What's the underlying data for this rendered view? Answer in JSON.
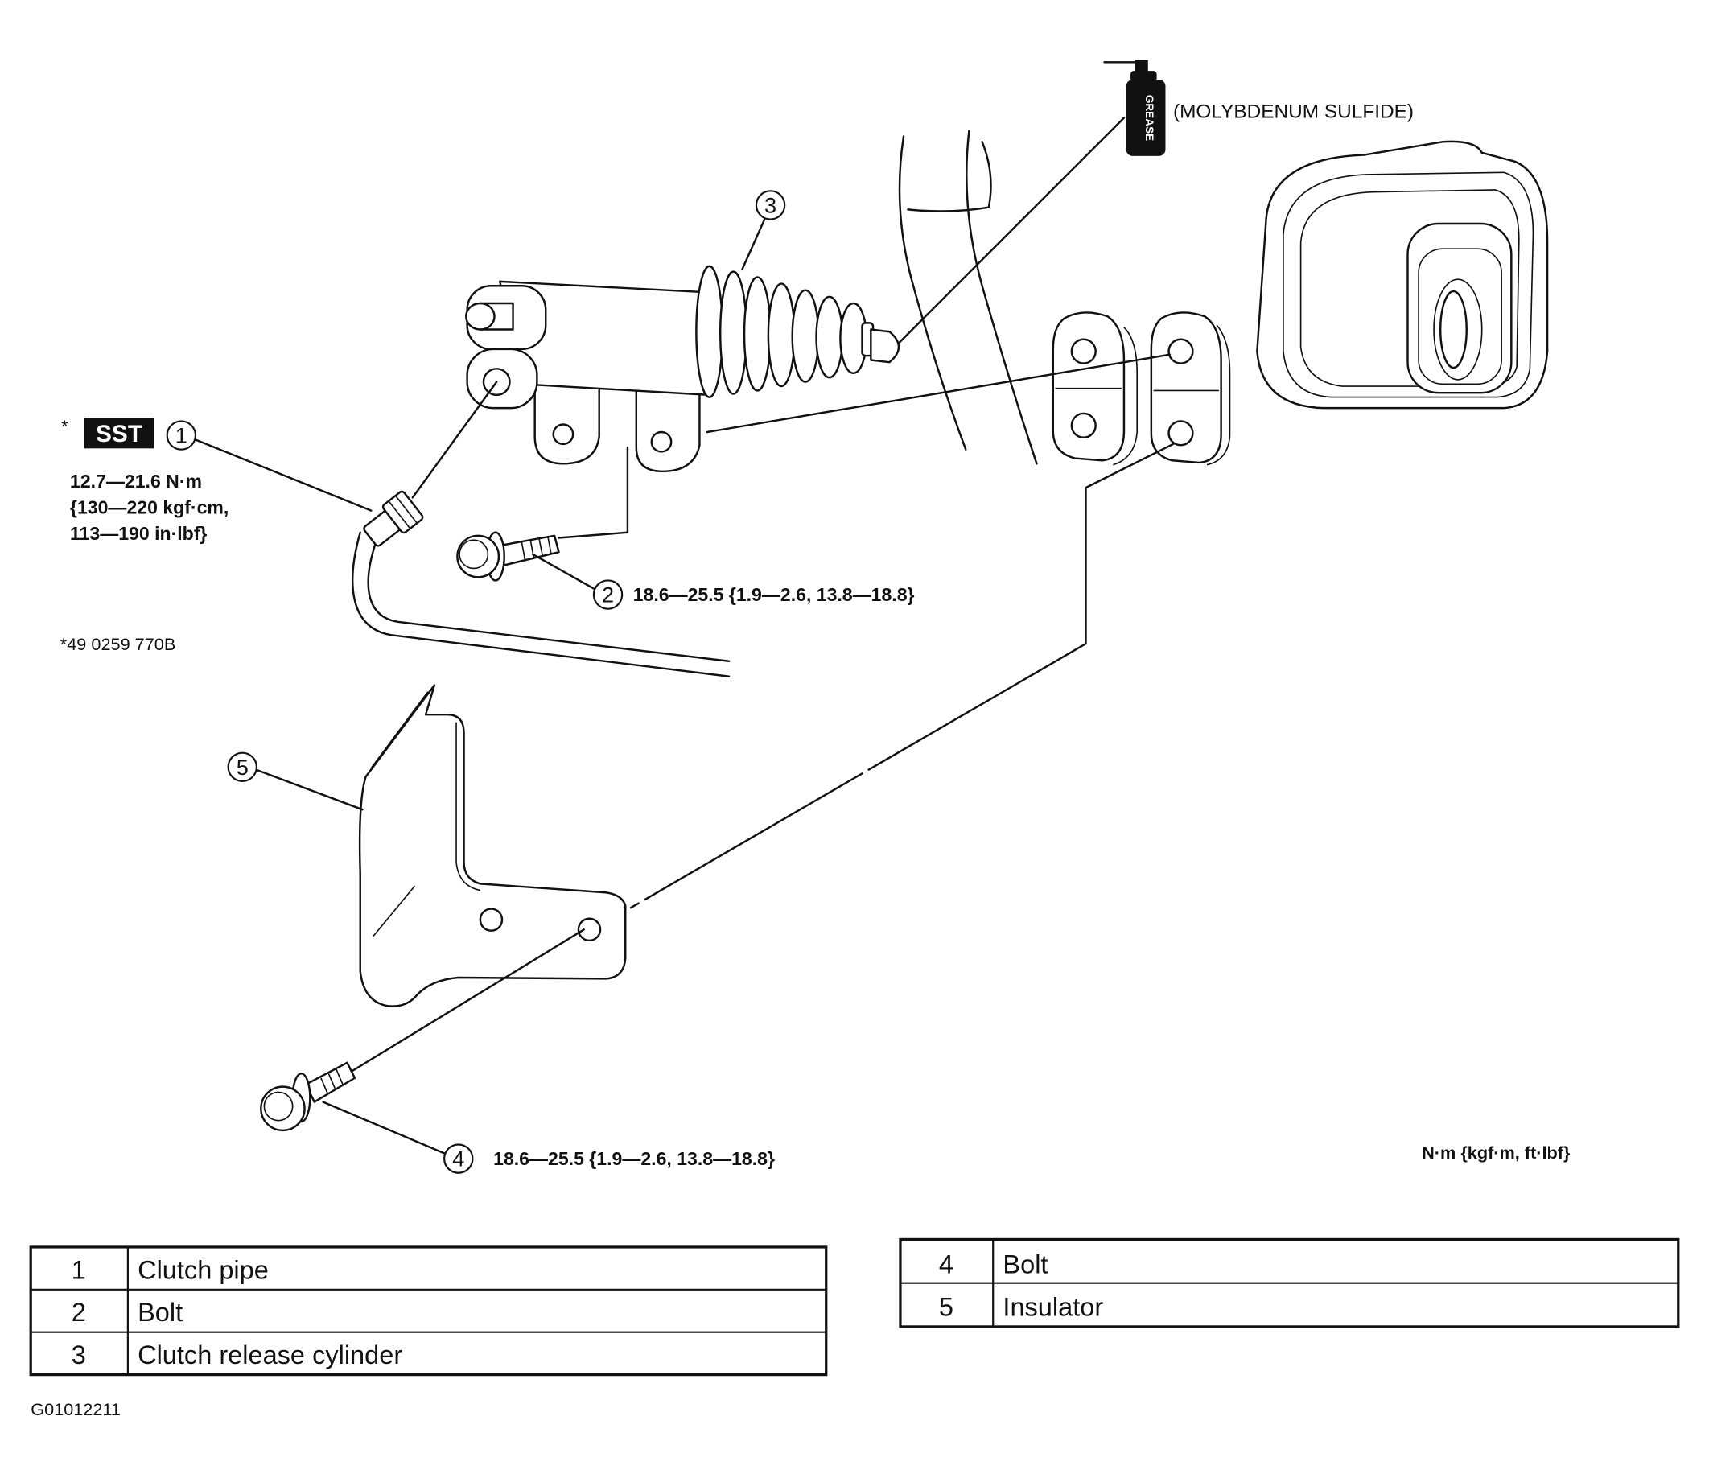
{
  "grease": {
    "can_label": "GREASE",
    "type_label": "(MOLYBDENUM SULFIDE)"
  },
  "callouts": [
    "1",
    "2",
    "3",
    "4",
    "5"
  ],
  "sst": {
    "asterisk": "*",
    "badge": "SST",
    "part_number": "*49 0259 770B"
  },
  "torque": {
    "clutch_pipe": [
      "12.7—21.6 N·m",
      "{130—220 kgf·cm,",
      "113—190 in·lbf}"
    ],
    "bolt_2": "18.6—25.5 {1.9—2.6, 13.8—18.8}",
    "bolt_4": "18.6—25.5 {1.9—2.6, 13.8—18.8}"
  },
  "units_note": "N·m {kgf·m, ft·lbf}",
  "parts_table_left": [
    {
      "no": "1",
      "name": "Clutch pipe"
    },
    {
      "no": "2",
      "name": "Bolt"
    },
    {
      "no": "3",
      "name": "Clutch release cylinder"
    }
  ],
  "parts_table_right": [
    {
      "no": "4",
      "name": "Bolt"
    },
    {
      "no": "5",
      "name": "Insulator"
    }
  ],
  "figure_code": "G01012211",
  "colors": {
    "ink": "#111111",
    "paper": "#ffffff"
  }
}
